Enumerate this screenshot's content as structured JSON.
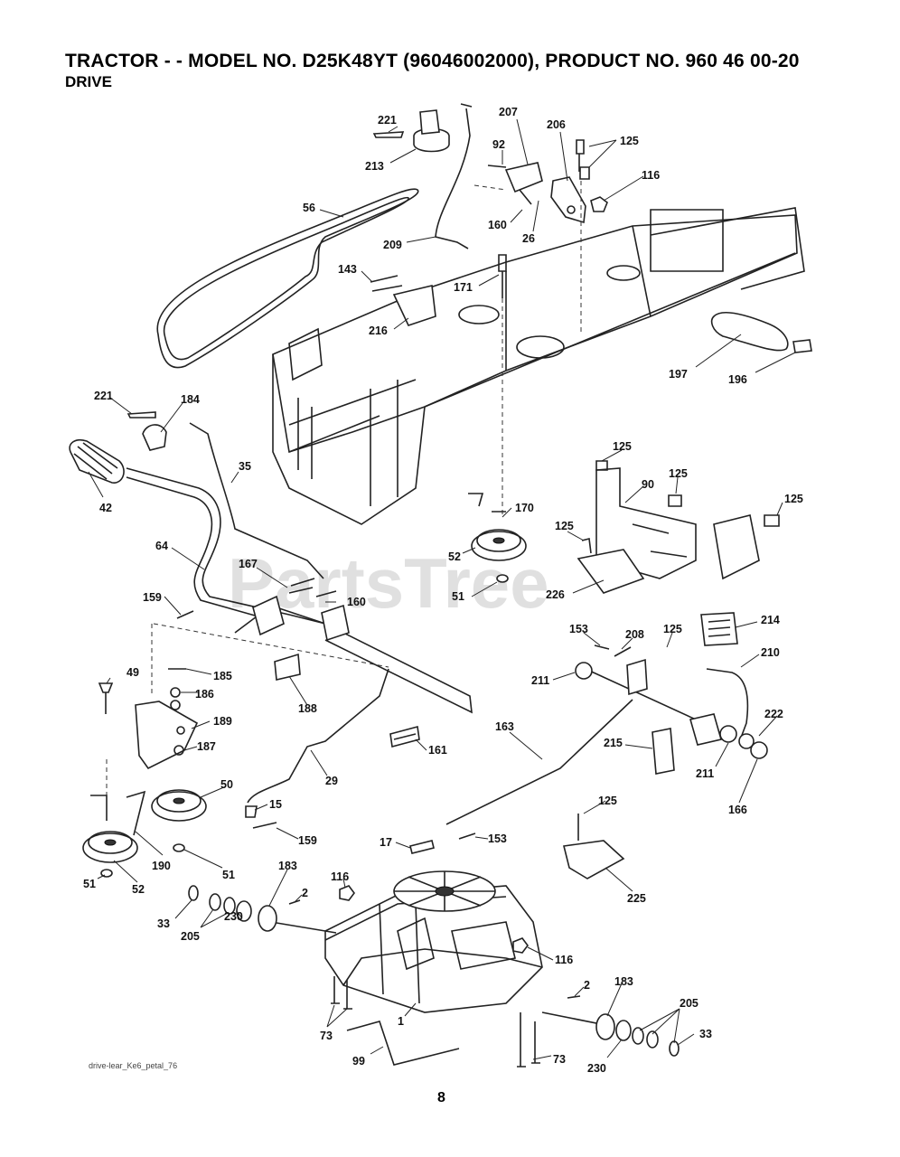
{
  "header": {
    "title": "TRACTOR - - MODEL NO. D25K48YT (96046002000), PRODUCT NO. 960 46 00-20",
    "subtitle": "DRIVE"
  },
  "watermark": "PartsTree",
  "footer": {
    "file_ref": "drive-lear_Ke6_petal_76",
    "page_number": "8"
  },
  "callouts": [
    {
      "id": "c221a",
      "text": "221"
    },
    {
      "id": "c213",
      "text": "213"
    },
    {
      "id": "c207",
      "text": "207"
    },
    {
      "id": "c206",
      "text": "206"
    },
    {
      "id": "c125a",
      "text": "125"
    },
    {
      "id": "c92",
      "text": "92"
    },
    {
      "id": "c116a",
      "text": "116"
    },
    {
      "id": "c56",
      "text": "56"
    },
    {
      "id": "c160a",
      "text": "160"
    },
    {
      "id": "c26",
      "text": "26"
    },
    {
      "id": "c209",
      "text": "209"
    },
    {
      "id": "c143",
      "text": "143"
    },
    {
      "id": "c171",
      "text": "171"
    },
    {
      "id": "c216",
      "text": "216"
    },
    {
      "id": "c197",
      "text": "197"
    },
    {
      "id": "c196",
      "text": "196"
    },
    {
      "id": "c221b",
      "text": "221"
    },
    {
      "id": "c184",
      "text": "184"
    },
    {
      "id": "c42",
      "text": "42"
    },
    {
      "id": "c35",
      "text": "35"
    },
    {
      "id": "c125b",
      "text": "125"
    },
    {
      "id": "c90",
      "text": "90"
    },
    {
      "id": "c125c",
      "text": "125"
    },
    {
      "id": "c125d",
      "text": "125"
    },
    {
      "id": "c170",
      "text": "170"
    },
    {
      "id": "c125e",
      "text": "125"
    },
    {
      "id": "c64",
      "text": "64"
    },
    {
      "id": "c52a",
      "text": "52"
    },
    {
      "id": "c167a",
      "text": "167"
    },
    {
      "id": "c51a",
      "text": "51"
    },
    {
      "id": "c160b",
      "text": "160"
    },
    {
      "id": "c226",
      "text": "226"
    },
    {
      "id": "c159a",
      "text": "159"
    },
    {
      "id": "c153a",
      "text": "153"
    },
    {
      "id": "c208",
      "text": "208"
    },
    {
      "id": "c125f",
      "text": "125"
    },
    {
      "id": "c214",
      "text": "214"
    },
    {
      "id": "c49",
      "text": "49"
    },
    {
      "id": "c185",
      "text": "185"
    },
    {
      "id": "c211a",
      "text": "211"
    },
    {
      "id": "c210",
      "text": "210"
    },
    {
      "id": "c186",
      "text": "186"
    },
    {
      "id": "c188",
      "text": "188"
    },
    {
      "id": "c163",
      "text": "163"
    },
    {
      "id": "c189",
      "text": "189"
    },
    {
      "id": "c222",
      "text": "222"
    },
    {
      "id": "c187",
      "text": "187"
    },
    {
      "id": "c161",
      "text": "161"
    },
    {
      "id": "c215",
      "text": "215"
    },
    {
      "id": "c50",
      "text": "50"
    },
    {
      "id": "c29",
      "text": "29"
    },
    {
      "id": "c211b",
      "text": "211"
    },
    {
      "id": "c166",
      "text": "166"
    },
    {
      "id": "c15",
      "text": "15"
    },
    {
      "id": "c125g",
      "text": "125"
    },
    {
      "id": "c159b",
      "text": "159"
    },
    {
      "id": "c17",
      "text": "17"
    },
    {
      "id": "c153b",
      "text": "153"
    },
    {
      "id": "c190",
      "text": "190"
    },
    {
      "id": "c51b",
      "text": "51"
    },
    {
      "id": "c183a",
      "text": "183"
    },
    {
      "id": "c225",
      "text": "225"
    },
    {
      "id": "c116b",
      "text": "116"
    },
    {
      "id": "c2a",
      "text": "2"
    },
    {
      "id": "c51c",
      "text": "51"
    },
    {
      "id": "c52b",
      "text": "52"
    },
    {
      "id": "c33a",
      "text": "33"
    },
    {
      "id": "c205a",
      "text": "205"
    },
    {
      "id": "c230a",
      "text": "230"
    },
    {
      "id": "c116c",
      "text": "116"
    },
    {
      "id": "c2b",
      "text": "2"
    },
    {
      "id": "c183b",
      "text": "183"
    },
    {
      "id": "c1",
      "text": "1"
    },
    {
      "id": "c73a",
      "text": "73"
    },
    {
      "id": "c205b",
      "text": "205"
    },
    {
      "id": "c33b",
      "text": "33"
    },
    {
      "id": "c99",
      "text": "99"
    },
    {
      "id": "c73b",
      "text": "73"
    },
    {
      "id": "c230b",
      "text": "230"
    }
  ]
}
